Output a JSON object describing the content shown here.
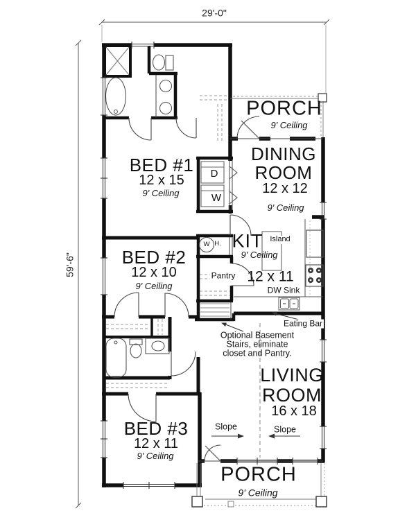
{
  "colors": {
    "wall": "#111111",
    "thin_line": "#555555",
    "dash": "#999999",
    "background": "#ffffff",
    "text": "#111111"
  },
  "dimensions": {
    "width_label": "29'-0\"",
    "height_label": "59'-6\""
  },
  "rooms": {
    "porch_top": {
      "name": "PORCH",
      "ceiling": "9' Ceiling"
    },
    "dining": {
      "name": "DINING\nROOM",
      "size": "12 x 12",
      "ceiling": "9' Ceiling"
    },
    "bed1": {
      "name": "BED #1",
      "size": "12 x 15",
      "ceiling": "9' Ceiling"
    },
    "bed2": {
      "name": "BED #2",
      "size": "12 x 10",
      "ceiling": "9' Ceiling"
    },
    "kitchen": {
      "name": "KIT",
      "size": "12 x 11",
      "ceiling": "9' Ceiling"
    },
    "living": {
      "name": "LIVING\nROOM",
      "size": "16 x 18"
    },
    "bed3": {
      "name": "BED #3",
      "size": "12 x 11",
      "ceiling": "9' Ceiling"
    },
    "porch_bottom": {
      "name": "PORCH",
      "ceiling": "9' Ceiling"
    }
  },
  "fixtures": {
    "dryer": "D",
    "washer": "W",
    "water_heater": "W",
    "water_heater_suffix": "H.",
    "island": "Island",
    "pantry": "Pantry",
    "dw_sink": "DW Sink",
    "eating_bar": "Eating Bar"
  },
  "annotations": {
    "slope_left": "Slope",
    "slope_right": "Slope",
    "basement_note": "Optional Basement\nStairs, eliminate\ncloset and Pantry."
  }
}
